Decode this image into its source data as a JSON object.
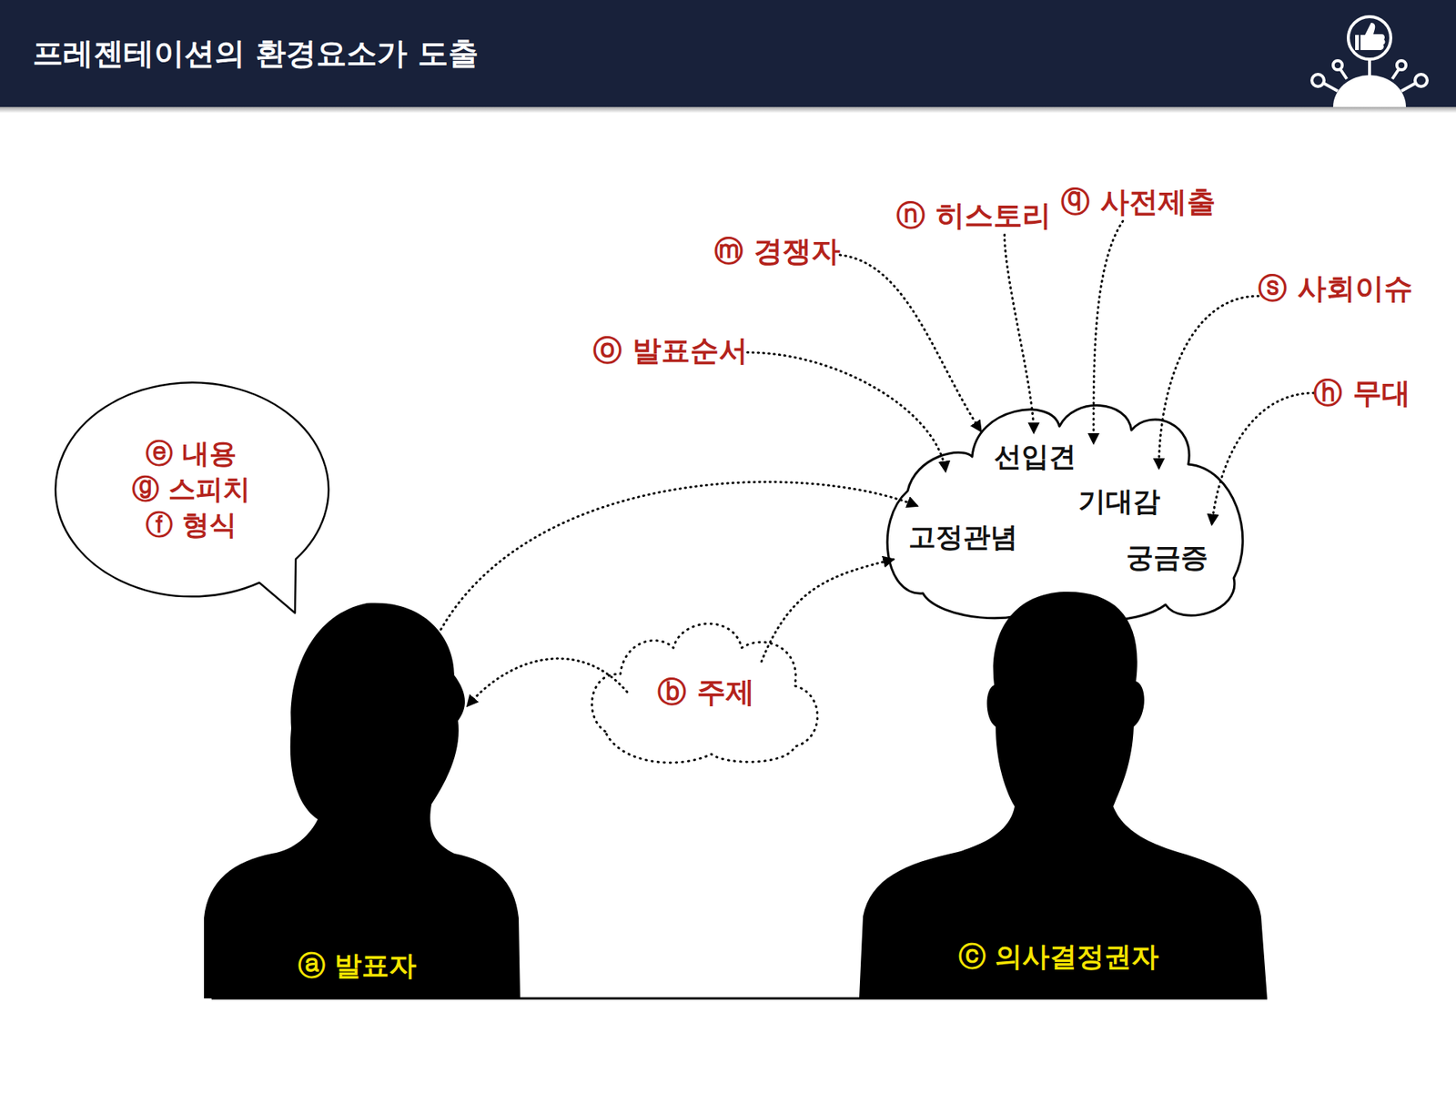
{
  "diagram": {
    "title": "프레젠테이션의 환경요소가 도출",
    "nodes": [
      {
        "text": [
          "ⓝ 히스토리"
        ]
      },
      {
        "text": [
          "ⓠ 사전제출"
        ]
      },
      {
        "text": [
          "ⓜ 경쟁자"
        ]
      },
      {
        "text": [
          "ⓢ 사회이슈"
        ]
      },
      {
        "text": [
          "ⓞ 발표순서"
        ]
      },
      {
        "text": [
          "ⓗ 무대"
        ]
      },
      {
        "text": [
          "ⓔ 내용",
          "ⓖ 스피치",
          "ⓕ 형식"
        ]
      },
      {
        "text": [
          "선입견",
          "기대감",
          "고정관념",
          "궁금증"
        ]
      },
      {
        "text": [
          "ⓑ 주제"
        ]
      },
      {
        "text": [
          "ⓐ 발표자"
        ]
      },
      {
        "text": [
          "ⓒ 의사결정권자"
        ]
      }
    ],
    "edges": [
      {
        "from": 0,
        "to": 7,
        "arrow": "to"
      },
      {
        "from": 1,
        "to": 7,
        "arrow": "to"
      },
      {
        "from": 2,
        "to": 7,
        "arrow": "to"
      },
      {
        "from": 3,
        "to": 7,
        "arrow": "to"
      },
      {
        "from": 4,
        "to": 7,
        "arrow": "to"
      },
      {
        "from": 5,
        "to": 7,
        "arrow": "to"
      },
      {
        "from": 9,
        "to": 7,
        "arrow": "to"
      },
      {
        "from": 8,
        "to": 9,
        "arrow": "to"
      },
      {
        "from": 8,
        "to": 7,
        "arrow": "to"
      }
    ]
  }
}
